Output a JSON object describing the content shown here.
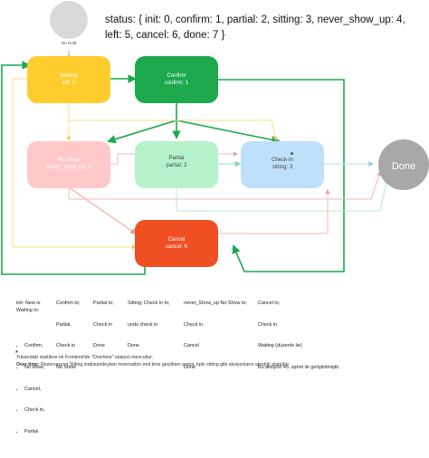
{
  "diagram": {
    "start_label": "On Hold",
    "nodes": [
      {
        "id": "waiting",
        "title": "Waiting",
        "subtitle": "init: 0",
        "color": "#FFCC2E"
      },
      {
        "id": "confirm",
        "title": "Confirm",
        "subtitle": "confirm: 1",
        "color": "#1DA84E"
      },
      {
        "id": "no_show",
        "title": "No Show",
        "subtitle": "never_show_up: 4",
        "color": "#FFC9C9"
      },
      {
        "id": "partial",
        "title": "Partial",
        "subtitle": "partial: 2",
        "color": "#B5F2CC"
      },
      {
        "id": "check_in",
        "title": "Check-In",
        "subtitle": "sitting: 3",
        "color": "#BEE0FB",
        "marker": "*"
      },
      {
        "id": "cancel",
        "title": "Cancel",
        "subtitle": "cancel: 6",
        "color": "#F04E23"
      },
      {
        "id": "done",
        "title": "Done",
        "color": "#A8A8A8"
      }
    ],
    "colors": {
      "start": "#D9D9D9",
      "arrow_green": "#1DA84E",
      "arrow_yellow": "#F7DD86",
      "arrow_pink": "#F6B8B8",
      "arrow_mint": "#B7E8CA",
      "arrow_blue": "#BEE0FB"
    }
  },
  "status_text": "status: { init: 0, confirm: 1, partial: 2, sitting: 3, never_show_up: 4, left: 5, cancel: 6, done: 7 }",
  "transitions": [
    {
      "header": "init: New or Waiting to;",
      "items": [
        "Confirm,",
        "No show,",
        "Cancel,",
        "Check in,",
        "Partial"
      ]
    },
    {
      "lines": [
        "Confirm to;",
        "Partial,",
        "Check in",
        "No Show"
      ]
    },
    {
      "lines": [
        "Partial to;",
        "Check in",
        "Done"
      ]
    },
    {
      "lines": [
        "Sitting; Check in to;",
        "undo check in",
        "Done"
      ]
    },
    {
      "lines": [
        "never_Show_up:No Show to;",
        "Check in",
        "Cancel",
        "Done"
      ]
    },
    {
      "lines": [
        "Cancel to;",
        "Check in",
        "Waiting (düzenle ile)",
        "Bu aksiyon 45. sprint ile geliştirilmiştir."
      ]
    }
  ],
  "footnote": {
    "star": "*",
    "line1": "Yukarıdaki statülere ek Frontend'de \"Overtime\" statüsü mevcuttur.",
    "line2_bold": "Over time:",
    "line2": " Rezervasyon Sitting statüsündeyken reservation end time geçtikten sonra, tıpkı sitting gibi aksiyonların alındığı statüdür."
  }
}
